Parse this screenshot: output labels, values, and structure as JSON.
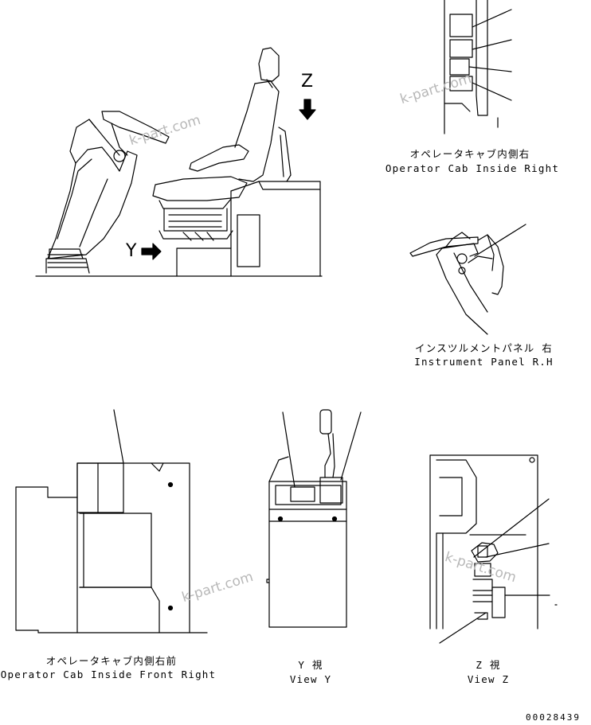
{
  "captions": {
    "cab_right_jp": "オペレータキャブ内側右",
    "cab_right_en": "Operator Cab Inside Right",
    "panel_jp": "インスツルメントパネル 右",
    "panel_en": "Instrument Panel R.H",
    "cab_front_jp": "オペレータキャブ内側右前",
    "cab_front_en": "Operator Cab Inside Front Right",
    "view_y_jp": "Y 視",
    "view_y_en": "View Y",
    "view_z_jp": "Z 視",
    "view_z_en": "View Z"
  },
  "arrows": {
    "y": "Y",
    "z": "Z"
  },
  "watermark": "k-part.com",
  "drawing_code": "00028439"
}
